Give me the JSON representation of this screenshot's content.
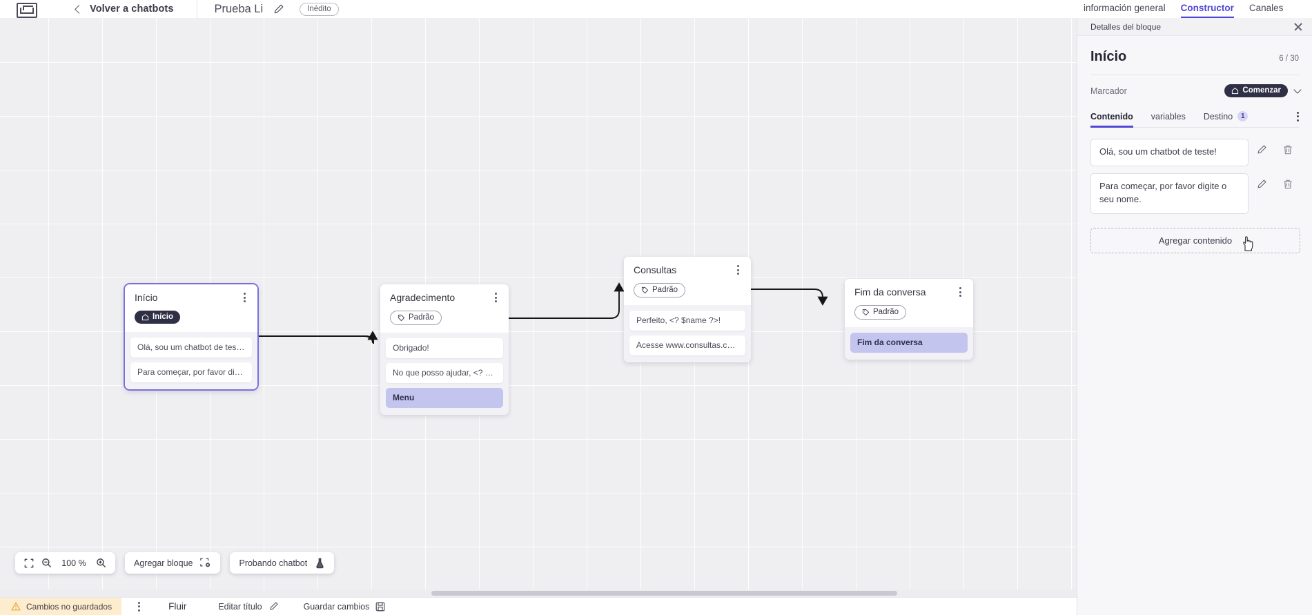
{
  "header": {
    "logo_name": "app-logo",
    "back_label": "Volver a chatbots",
    "project_title": "Prueba Li",
    "edit_icon": "pencil-icon",
    "status_badge": "Inédito"
  },
  "right_tabs": [
    {
      "label": "información general",
      "active": false
    },
    {
      "label": "Constructor",
      "active": true
    },
    {
      "label": "Canales",
      "active": false
    }
  ],
  "panel": {
    "header_title": "Detalles del bloque",
    "close_icon": "close-icon",
    "block_title": "Início",
    "counter": "6 / 30",
    "marker_label": "Marcador",
    "marker_value": "Comenzar",
    "marker_icon": "home-icon",
    "chevron_icon": "chevron-down-icon",
    "tabs": [
      {
        "label": "Contenido",
        "active": true,
        "badge": ""
      },
      {
        "label": "variables",
        "active": false,
        "badge": ""
      },
      {
        "label": "Destino",
        "active": false,
        "badge": "1"
      }
    ],
    "overflow_icon": "more-vertical-icon",
    "contents": [
      {
        "text": "Olá, sou um chatbot de teste!",
        "edit_icon": "pencil-icon",
        "delete_icon": "trash-icon"
      },
      {
        "text": "Para começar, por favor digite o seu nome.",
        "edit_icon": "pencil-icon",
        "delete_icon": "trash-icon"
      }
    ],
    "add_content_label": "Agregar contenido"
  },
  "canvas": {
    "nodes": [
      {
        "id": "inicio",
        "title": "Início",
        "chip": {
          "label": "Início",
          "style": "start",
          "icon": "home-icon"
        },
        "selected": true,
        "messages": [
          {
            "text": "Olá, sou um chatbot de teste!",
            "highlight": false
          },
          {
            "text": "Para começar, por favor digite o ...",
            "highlight": false
          }
        ]
      },
      {
        "id": "agradecimento",
        "title": "Agradecimento",
        "chip": {
          "label": "Padrão",
          "style": "default",
          "icon": "tag-icon"
        },
        "selected": false,
        "messages": [
          {
            "text": "Obrigado!",
            "highlight": false
          },
          {
            "text": "No que posso ajudar, <? $name ...",
            "highlight": false
          },
          {
            "text": "Menu",
            "highlight": true
          }
        ]
      },
      {
        "id": "consultas",
        "title": "Consultas",
        "chip": {
          "label": "Padrão",
          "style": "default",
          "icon": "tag-icon"
        },
        "selected": false,
        "messages": [
          {
            "text": "Perfeito, <? $name ?>!",
            "highlight": false
          },
          {
            "text": "Acesse www.consultas.com par...",
            "highlight": false
          }
        ]
      },
      {
        "id": "fim",
        "title": "Fim da conversa",
        "chip": {
          "label": "Padrão",
          "style": "default",
          "icon": "tag-icon"
        },
        "selected": false,
        "messages": [
          {
            "text": "Fim da conversa",
            "highlight": true
          }
        ]
      }
    ],
    "toolbar": {
      "fit_icon": "fit-screen-icon",
      "zoom_out_icon": "zoom-out-icon",
      "zoom_level": "100 %",
      "zoom_in_icon": "zoom-in-icon",
      "add_block_label": "Agregar bloque",
      "add_block_icon": "add-block-icon",
      "test_chatbot_label": "Probando chatbot",
      "test_chatbot_icon": "flask-icon"
    }
  },
  "statusbar": {
    "unsaved_label": "Cambios no guardados",
    "warning_icon": "warning-icon",
    "overflow_icon": "more-vertical-icon",
    "flow_tab": "Fluir",
    "edit_title_label": "Editar título",
    "edit_title_icon": "pencil-icon",
    "save_label": "Guardar cambios",
    "save_icon": "save-icon"
  },
  "colors": {
    "accent": "#4f46d6",
    "canvas_bg": "#efeff2",
    "highlight_row": "#c3c5ef",
    "chip_start_bg": "#2f2f45",
    "unsaved_bg": "#fdeccd"
  }
}
